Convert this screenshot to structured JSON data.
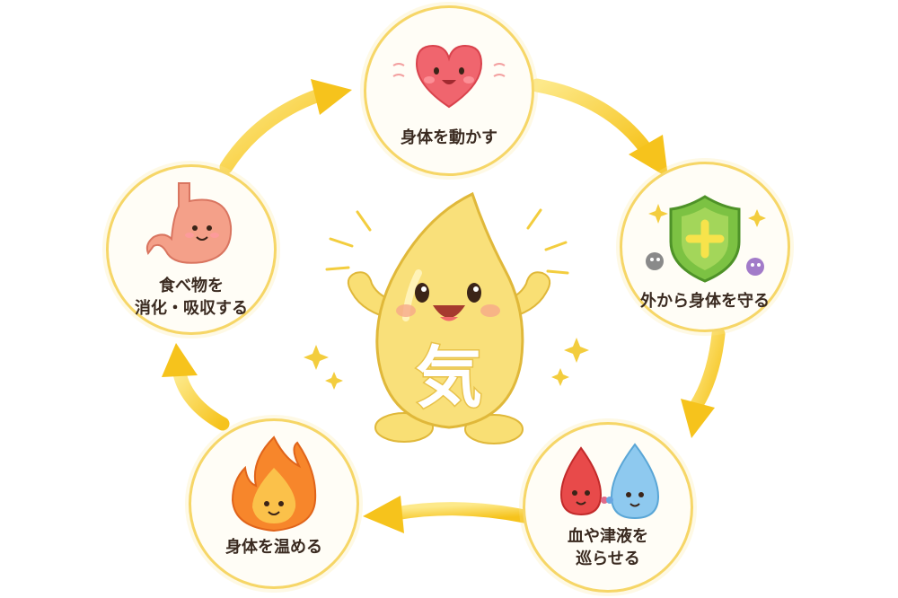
{
  "center": {
    "character_text": "気"
  },
  "cycle": [
    {
      "id": "top",
      "label_lines": [
        "身体を動かす"
      ],
      "icon": "heart-icon"
    },
    {
      "id": "right",
      "label_lines": [
        "外から身体を守る"
      ],
      "icon": "shield-icon"
    },
    {
      "id": "bottom-right",
      "label_lines": [
        "血や津液を",
        "巡らせる"
      ],
      "icon": "blood-water-drops-icon"
    },
    {
      "id": "bottom-left",
      "label_lines": [
        "身体を温める"
      ],
      "icon": "flame-icon"
    },
    {
      "id": "left",
      "label_lines": [
        "食べ物を",
        "消化・吸収する"
      ],
      "icon": "stomach-icon"
    }
  ],
  "colors": {
    "arrow": "#f7cc2e",
    "circle_border": "#f6d667",
    "ki_body": "#f9e07a",
    "heart": "#f0656e",
    "shield": "#7cc243",
    "blood": "#e84a4a",
    "water": "#8ec9ef",
    "flame": "#f7862b",
    "stomach": "#f4a089"
  }
}
